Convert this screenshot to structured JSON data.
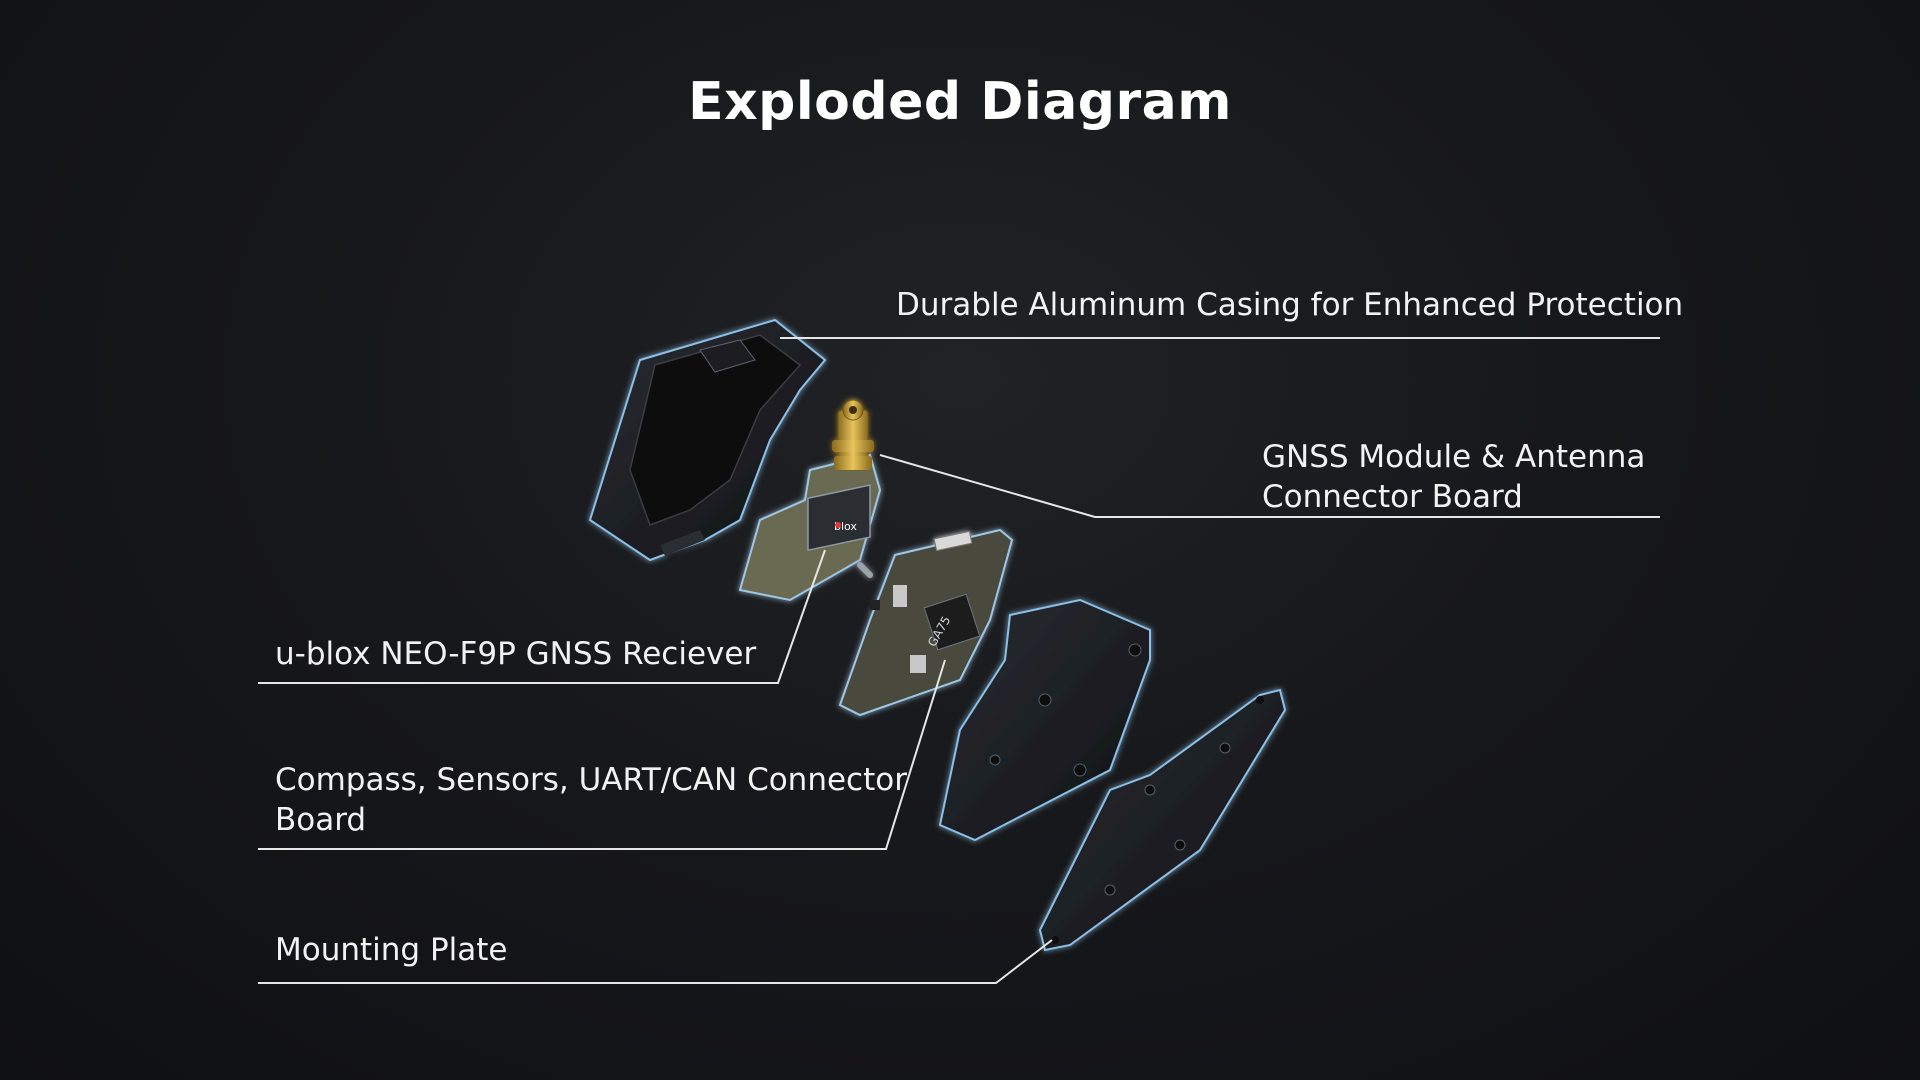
{
  "title": "Exploded Diagram",
  "labels": {
    "casing": "Durable Aluminum Casing for Enhanced Protection",
    "gnss_board_line1": "GNSS Module & Antenna",
    "gnss_board_line2": "Connector Board",
    "receiver": "u-blox NEO-F9P GNSS Reciever",
    "compass_line1": "Compass, Sensors, UART/CAN Connector",
    "compass_line2": "Board",
    "mounting": "Mounting Plate"
  },
  "chip_text": {
    "ublox": "blox",
    "ic": "GA75"
  },
  "colors": {
    "background": "#17181b",
    "leader_line": "#e6e6e6",
    "part_glow": "#7fb3d9",
    "part_body": "#1c1e22",
    "pcb": "#6b6a52",
    "gold": "#c9a13a"
  }
}
